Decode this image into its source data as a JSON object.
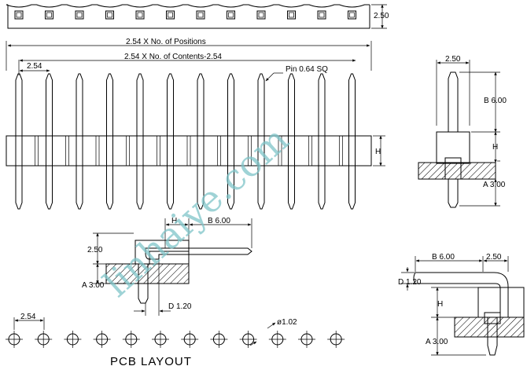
{
  "title": "PCB LAYOUT",
  "watermark": "linhaiye.com",
  "labels": {
    "positions": "2.54 X No. of Positions",
    "contents": "2.54 X No. of Contents-2.54",
    "pitch_top": "2.54",
    "pin": "Pin 0.64 SQ",
    "height_top_strip": "2.50",
    "h_main": "H",
    "side_width": "2.50",
    "side_b": "B 6.00",
    "side_h": "H",
    "side_a": "A 3.00",
    "ra_h": "H",
    "ra_b": "B 6.00",
    "ra_250": "2.50",
    "ra_a": "A 3.00",
    "ra_d": "D 1.20",
    "rra_b": "B 6.00",
    "rra_250": "2.50",
    "rra_d": "D 1.20",
    "rra_h": "H",
    "rra_a": "A 3.00",
    "pcb_pitch": "2.54",
    "pcb_hole": "ø1.02"
  },
  "pin_count": 12
}
